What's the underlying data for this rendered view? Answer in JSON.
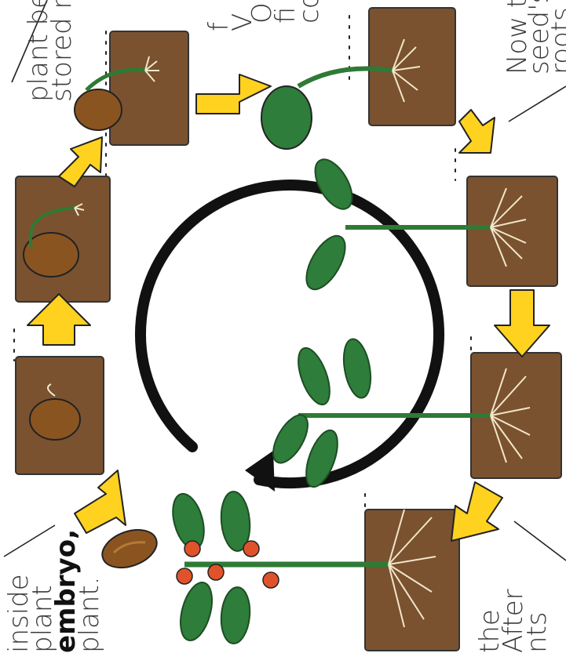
{
  "captions": {
    "top_left": "plant be",
    "top_left_2": "stored n",
    "top_mid_a": "f",
    "top_mid_b": "V",
    "top_right_a": "O",
    "top_right_b": "fi",
    "top_right_c": "co",
    "right_top_a": "Now t",
    "right_top_b": "seed's",
    "right_top_c": "roots",
    "bottom_left_a": "inside",
    "bottom_left_b": "plant",
    "bottom_left_c": "embryo,",
    "bottom_left_d": "plant.",
    "bottom_right_a": "the",
    "bottom_right_b": "After",
    "bottom_right_c": "nts"
  },
  "colors": {
    "soil": "#7a5230",
    "soil_dark": "#5a3a1e",
    "seed": "#8a5420",
    "seed_light": "#b57a35",
    "arrow": "#ffd21f",
    "stem": "#2f7a35",
    "leaf": "#2e7d3a",
    "flower": "#e0532a",
    "root": "#f2e6c9",
    "cycle": "#111111"
  },
  "icons": {
    "cycle_arrow": "clockwise-cycle-arrow-icon",
    "step_arrow": "yellow-arrow-icon"
  }
}
